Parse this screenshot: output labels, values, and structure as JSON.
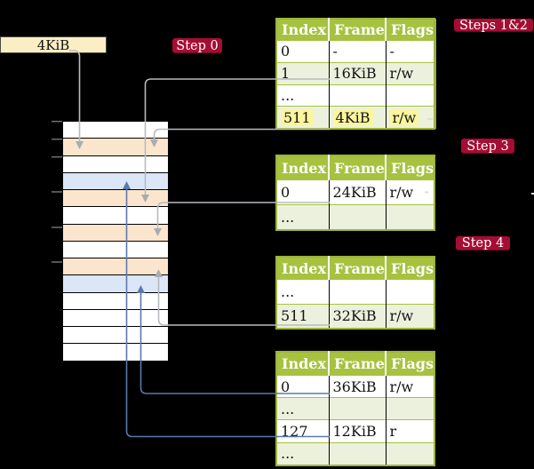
{
  "frame_box": {
    "label": "4KiB"
  },
  "step_labels": [
    {
      "id": "step0",
      "label": "Step 0"
    },
    {
      "id": "steps12",
      "label": "Steps 1&2"
    },
    {
      "id": "step3",
      "label": "Step 3"
    },
    {
      "id": "step4",
      "label": "Step 4"
    }
  ],
  "memory": {
    "description": "physical memory column, 14 frame slots of 4KiB each",
    "rows": [
      "white",
      "wheat",
      "white",
      "blue",
      "wheat",
      "white",
      "wheat",
      "white",
      "wheat",
      "blue",
      "white",
      "white",
      "white",
      "white"
    ],
    "tick_count": 6
  },
  "page_tables": [
    {
      "step": "Steps 1&2",
      "columns": [
        "Index",
        "Frame",
        "Flags"
      ],
      "rows": [
        [
          "0",
          "-",
          "-"
        ],
        [
          "1",
          "16KiB",
          "r/w"
        ],
        [
          "...",
          "",
          ""
        ],
        [
          "511",
          "4KiB",
          "r/w"
        ]
      ],
      "highlight_row": 3
    },
    {
      "step": "Step 3",
      "columns": [
        "Index",
        "Frame",
        "Flags"
      ],
      "rows": [
        [
          "0",
          "24KiB",
          "r/w"
        ],
        [
          "...",
          "",
          ""
        ]
      ],
      "highlight_row": -1
    },
    {
      "step": "Step 4",
      "columns": [
        "Index",
        "Frame",
        "Flags"
      ],
      "rows": [
        [
          "...",
          "",
          ""
        ],
        [
          "511",
          "32KiB",
          "r/w"
        ]
      ],
      "highlight_row": -1
    },
    {
      "step": "",
      "columns": [
        "Index",
        "Frame",
        "Flags"
      ],
      "rows": [
        [
          "0",
          "36KiB",
          "r/w"
        ],
        [
          "...",
          "",
          ""
        ],
        [
          "127",
          "12KiB",
          "r"
        ],
        [
          "...",
          "",
          ""
        ]
      ],
      "highlight_row": -1
    }
  ],
  "mappings": [
    {
      "from": "frame-size-box 4KiB",
      "to": "memory frame row 2 (4KiB)",
      "color": "gray"
    },
    {
      "from": "table1 entry 1 -> 16KiB",
      "to": "memory frame row 5 (16KiB)",
      "color": "gray"
    },
    {
      "from": "table1 entry 511 -> 4KiB",
      "to": "memory frame row 2 (4KiB)",
      "color": "gray"
    },
    {
      "from": "table2 entry 0 -> 24KiB",
      "to": "memory frame row 7 (24KiB)",
      "color": "gray"
    },
    {
      "from": "table3 entry 511 -> 32KiB",
      "to": "memory frame row 9 (32KiB)",
      "color": "gray"
    },
    {
      "from": "table4 entry 0 -> 36KiB",
      "to": "memory frame row 10 (36KiB)",
      "color": "blue"
    },
    {
      "from": "table4 entry 127 -> 12KiB",
      "to": "memory frame row 4 (12KiB)",
      "color": "blue"
    }
  ],
  "colors": {
    "background": "#000000",
    "badge_red": "#a60d33",
    "table_header_green": "#a6c23f",
    "table_border_green": "#9cb43c",
    "table_tint_row": "#ecf1dd",
    "highlight_yellow": "#fbf59e",
    "memory_wheat": "#fce5cd",
    "memory_blue": "#dbe7f6",
    "frame_box_wheat": "#fbeec5",
    "connector_gray": "#b7babf",
    "connector_blue": "#5b79ac"
  }
}
